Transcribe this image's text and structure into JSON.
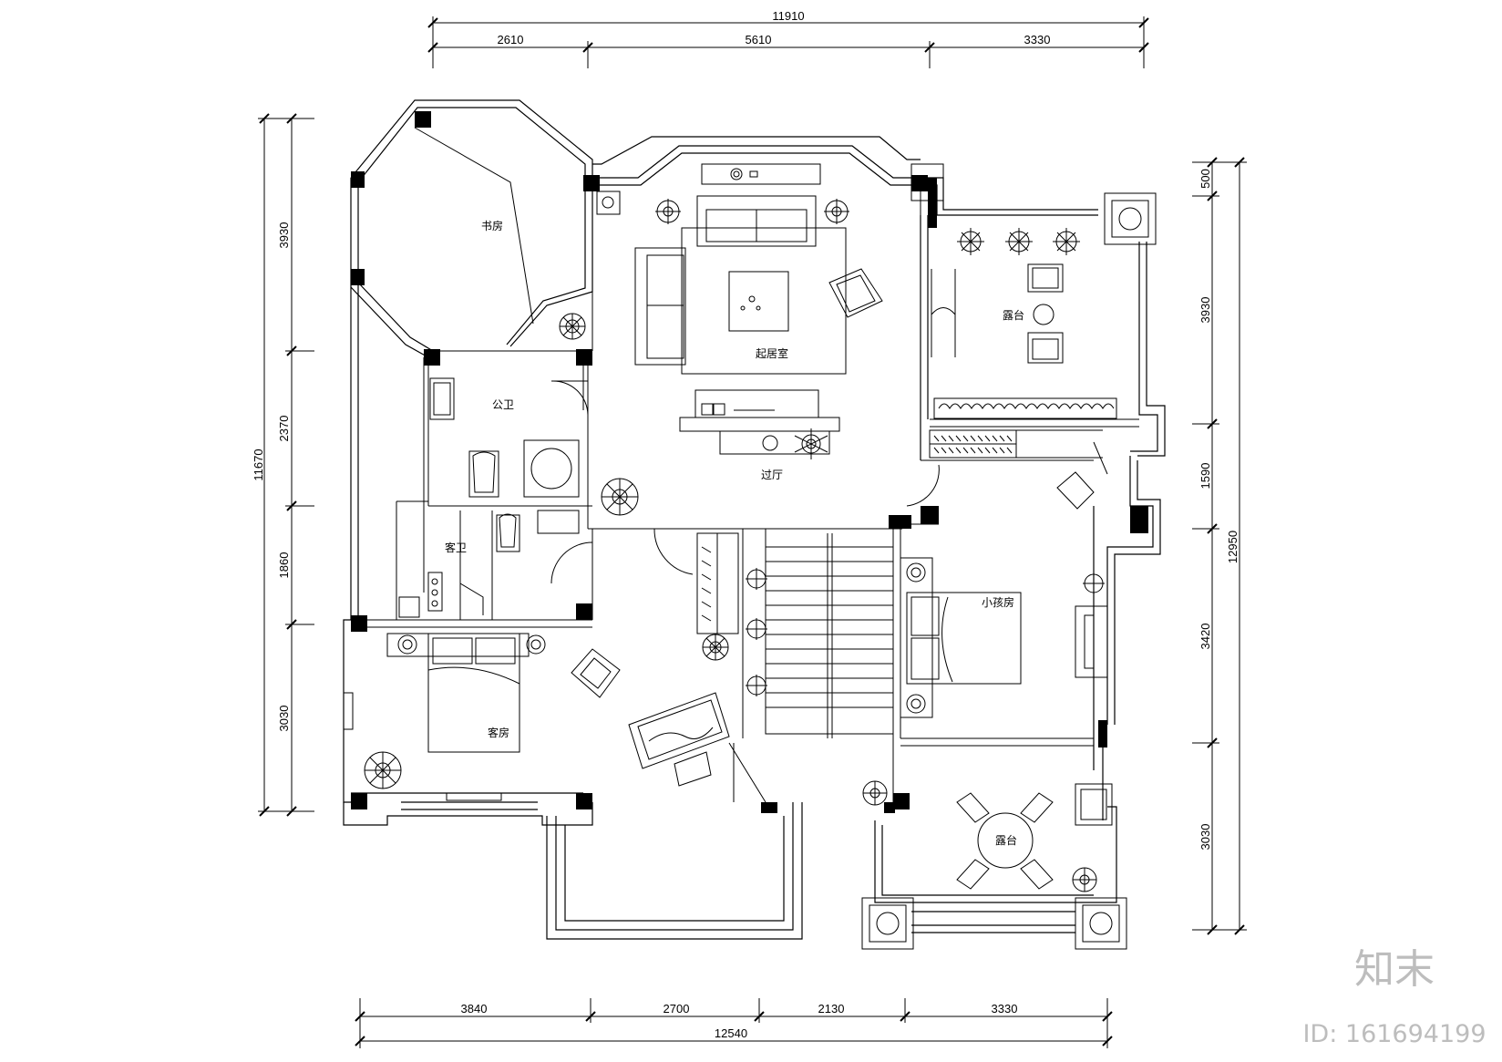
{
  "dimensions": {
    "top_total": "11910",
    "top_1": "2610",
    "top_2": "5610",
    "top_3": "3330",
    "left_total": "11670",
    "left_1": "3930",
    "left_2": "2370",
    "left_3": "1860",
    "left_4": "3030",
    "right_total": "12950",
    "right_1": "500",
    "right_2": "3930",
    "right_3": "1590",
    "right_4": "3420",
    "right_5": "3030",
    "bottom_total": "12540",
    "bottom_1": "3840",
    "bottom_2": "2700",
    "bottom_3": "2130",
    "bottom_4": "3330"
  },
  "rooms": {
    "study": "书房",
    "living": "起居室",
    "terrace_top": "露台",
    "public_wc": "公卫",
    "hall": "过厅",
    "guest_wc": "客卫",
    "kids_room": "小孩房",
    "guest_room": "客房",
    "terrace_bottom": "露台"
  },
  "watermark": {
    "brand": "知末",
    "id": "ID: 161694199"
  }
}
